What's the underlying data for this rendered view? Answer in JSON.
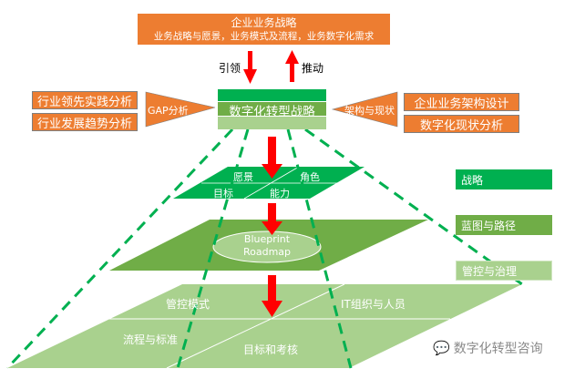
{
  "top_box": {
    "title": "企业业务战略",
    "subtitle": "业务战略与愿景，业务模式及流程，业务数字化需求"
  },
  "arrows": {
    "lead": "引领",
    "push": "推动"
  },
  "left_boxes": [
    "行业领先实践分析",
    "行业发展趋势分析"
  ],
  "left_triangle": "GAP分析",
  "center_box": "数字化转型战略",
  "right_triangle": "架构与现状",
  "right_boxes": [
    "企业业务架构设计",
    "数字化现状分析"
  ],
  "strategy_plane": {
    "cells": [
      "愿景",
      "角色",
      "目标",
      "能力"
    ]
  },
  "blueprint_plane": {
    "line1": "Blueprint",
    "line2": "Roadmap"
  },
  "governance_plane": {
    "cells": [
      "管控模式",
      "IT组织与人员",
      "流程与标准",
      "目标和考核"
    ]
  },
  "legend": [
    {
      "label": "战略",
      "color": "#00B050"
    },
    {
      "label": "蓝图与路径",
      "color": "#70AD47"
    },
    {
      "label": "管控与治理",
      "color": "#A9D18E"
    }
  ],
  "watermark": "数字化转型咨询",
  "colors": {
    "orange": "#ED7D31",
    "red": "#FF0000",
    "dash_green": "#00B050"
  }
}
